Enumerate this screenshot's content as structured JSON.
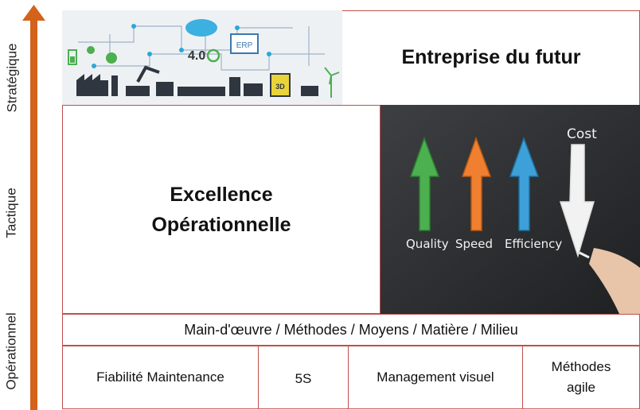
{
  "levels": [
    "Stratégique",
    "Tactique",
    "Opérationnel"
  ],
  "top_title": "Entreprise du futur",
  "excellence": {
    "line1": "Excellence",
    "line2": "Opérationnelle"
  },
  "chalkboard": {
    "quality": "Quality",
    "speed": "Speed",
    "efficiency": "Efficiency",
    "cost": "Cost"
  },
  "illustration": {
    "erp": "ERP",
    "industry": "4.0",
    "print3d": "3D"
  },
  "five_m": "Main-d'œuvre / Méthodes / Moyens / Matière / Milieu",
  "practices": [
    "Fiabilité Maintenance",
    "5S",
    "Management visuel",
    "Méthodes agile"
  ],
  "colors": {
    "arrow": "#d4621a",
    "border": "#c0504d",
    "quality": "#4caf50",
    "speed": "#f08030",
    "efficiency": "#3ea0d8",
    "cost": "#f2f2f2"
  }
}
